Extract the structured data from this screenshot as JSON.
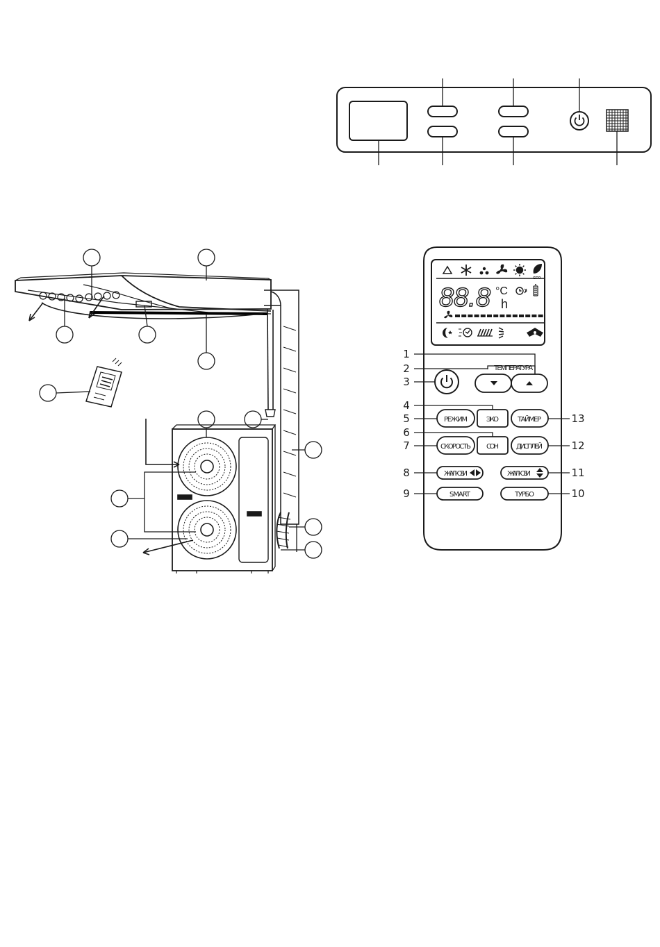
{
  "remote": {
    "callout_numbers": {
      "n1": "1",
      "n2": "2",
      "n3": "3",
      "n4": "4",
      "n5": "5",
      "n6": "6",
      "n7": "7",
      "n8": "8",
      "n9": "9",
      "n10": "10",
      "n11": "11",
      "n12": "12",
      "n13": "13"
    },
    "labels": {
      "temperature": "ТЕМПЕРАТУРА",
      "mode": "РЕЖИМ",
      "eco": "ЭКО",
      "timer": "ТАЙМЕР",
      "speed": "СКОРОСТЬ",
      "sleep": "СОН",
      "display": "ДИСПЛЕЙ",
      "louver_horizontal": "ЖАЛЮЗИ",
      "louver_vertical": "ЖАЛЮЗИ",
      "smart": "SMART",
      "turbo": "ТУРБО"
    },
    "lcd": {
      "digits": "88.8",
      "unit_celsius": "°C",
      "unit_hours": "h",
      "eco_tag": "ECO"
    }
  },
  "icons": {
    "panel": [
      "display-window",
      "indicator-led",
      "power-icon",
      "receiver-grille"
    ],
    "lcd_top": [
      "auto-mode-icon",
      "cool-mode-icon",
      "dry-mode-icon",
      "fan-mode-icon",
      "heat-mode-icon",
      "eco-leaf-icon"
    ],
    "lcd_bottom": [
      "sleep-icon",
      "timer-icon",
      "swing-icon",
      "airflow-icon",
      "turbo-icon",
      "fan-speed-icon",
      "clock-icon",
      "battery-icon"
    ]
  },
  "colors": {
    "line": "#1a1a1a",
    "background": "#ffffff"
  }
}
